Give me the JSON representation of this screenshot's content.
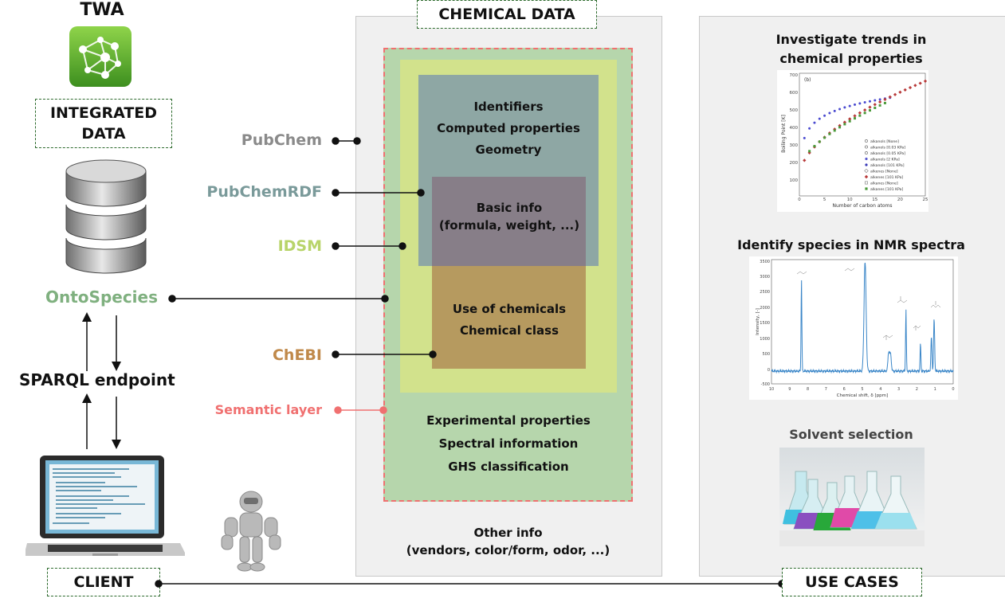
{
  "left": {
    "twa_title": "TWA",
    "integrated_data": [
      "INTEGRATED",
      "DATA"
    ],
    "ontospecies": "OntoSpecies",
    "sparql": "SPARQL endpoint",
    "client": "CLIENT"
  },
  "center": {
    "title": "CHEMICAL DATA",
    "sources": {
      "pubchem": "PubChem",
      "pubchemrdf": "PubChemRDF",
      "idsm": "IDSM",
      "chebi": "ChEBI",
      "semantic_layer": "Semantic layer"
    },
    "pubchem_box": [
      "Identifiers",
      "Computed properties",
      "Geometry"
    ],
    "basic_info": [
      "Basic info",
      "(formula, weight, ...)"
    ],
    "chebi_box": [
      "Use of chemicals",
      "Chemical class"
    ],
    "experimental": [
      "Experimental properties",
      "Spectral information",
      "GHS classification"
    ],
    "other_info": [
      "Other info",
      "(vendors, color/form, odor, ...)"
    ]
  },
  "right": {
    "use_cases": "USE CASES",
    "trends_title": [
      "Investigate trends in",
      "chemical properties"
    ],
    "nmr_title": "Identify species in NMR spectra",
    "solvent_title": "Solvent selection"
  },
  "trend_chart": {
    "panel_label": "(b)",
    "xlabel": "Number of carbon atoms",
    "ylabel": "Boiling Point [K]",
    "xticks": [
      "0",
      "5",
      "10",
      "15",
      "20",
      "25"
    ],
    "yticks": [
      "100",
      "200",
      "300",
      "400",
      "500",
      "600",
      "700"
    ],
    "legend": [
      "alkanols [None]",
      "alkanols [0.03 KPa]",
      "alkanols [0.05 KPa]",
      "alkanols [2 KPa]",
      "alkanols [101 KPa]",
      "alkenes [None]",
      "alkenes [101 KPa]",
      "alkanes [None]",
      "alkanes [101 KPa]"
    ]
  },
  "nmr_chart": {
    "xlabel": "Chemical shift, δ [ppm]",
    "ylabel": "Intensity, [-]",
    "xticks": [
      "10",
      "9",
      "8",
      "7",
      "6",
      "5",
      "4",
      "3",
      "2",
      "1",
      "0"
    ],
    "yticks": [
      "3500",
      "3000",
      "2500",
      "2000",
      "1500",
      "1000",
      "500",
      "0",
      "-500"
    ]
  },
  "colors": {
    "pubchem": "#8a8a8a",
    "pubchemrdf": "#7a9a9a",
    "idsm": "#b8d46a",
    "ontospecies": "#7fb07f",
    "chebi": "#c0894a",
    "semantic": "#f07070",
    "outer_green": "#b6d6ac",
    "light_green": "#d2e28c",
    "slate": "#8ea7a4",
    "mauve": "#877e88",
    "brown": "#b69a5f"
  }
}
